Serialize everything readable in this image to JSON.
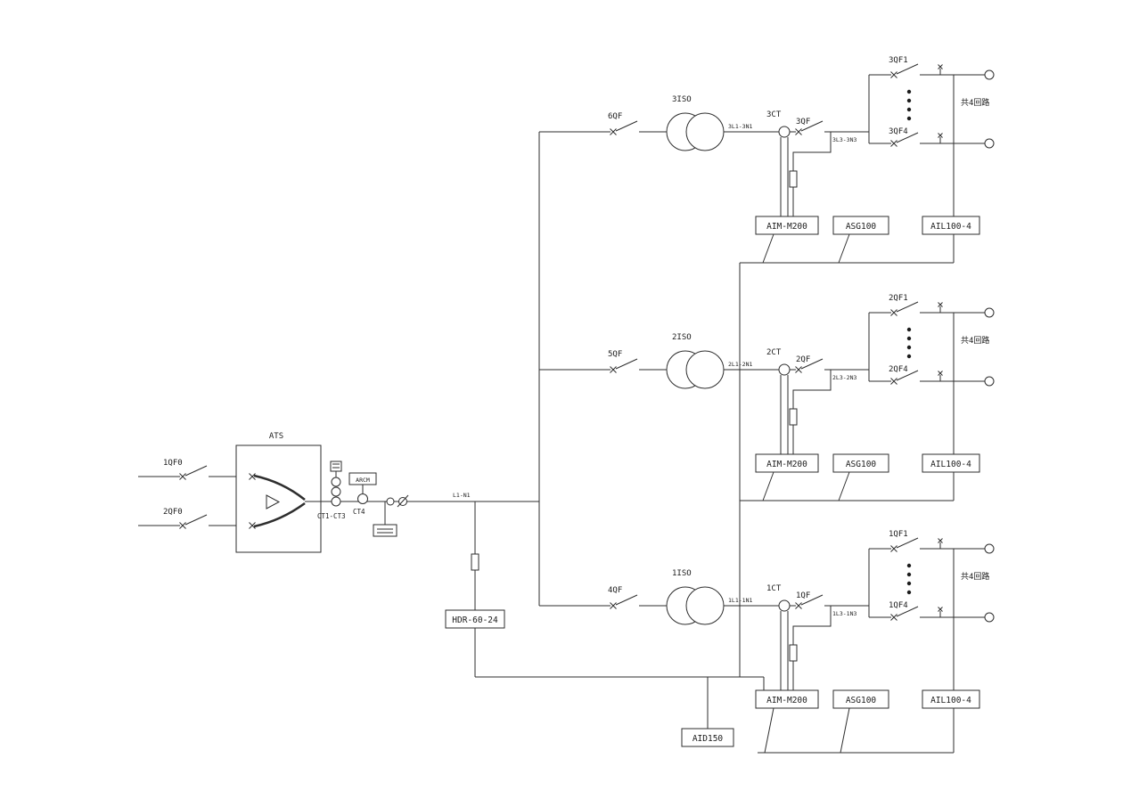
{
  "source": {
    "feeder1": "1QF0",
    "feeder2": "2QF0"
  },
  "ats": {
    "label": "ATS",
    "ct_group_label": "CT1-CT3",
    "ct4_label": "CT4",
    "arcm_label": "ARCM",
    "line_label": "L1-N1"
  },
  "psu": {
    "label": "HDR-60-24"
  },
  "aid": {
    "label": "AID150"
  },
  "branches": [
    {
      "feeder_breaker": "6QF",
      "transformer": "3ISO",
      "line_in": "3L1-3N1",
      "ct": "3CT",
      "breaker": "3QF",
      "line_out": "3L3-3N3",
      "outgoing_first": "3QF1",
      "outgoing_last": "3QF4",
      "circuits_note": "共4回路",
      "insulation_monitor": "AIM-M200",
      "signal_generator": "ASG100",
      "fault_locator": "AIL100-4"
    },
    {
      "feeder_breaker": "5QF",
      "transformer": "2ISO",
      "line_in": "2L1-2N1",
      "ct": "2CT",
      "breaker": "2QF",
      "line_out": "2L3-2N3",
      "outgoing_first": "2QF1",
      "outgoing_last": "2QF4",
      "circuits_note": "共4回路",
      "insulation_monitor": "AIM-M200",
      "signal_generator": "ASG100",
      "fault_locator": "AIL100-4"
    },
    {
      "feeder_breaker": "4QF",
      "transformer": "1ISO",
      "line_in": "1L1-1N1",
      "ct": "1CT",
      "breaker": "1QF",
      "line_out": "1L3-1N3",
      "outgoing_first": "1QF1",
      "outgoing_last": "1QF4",
      "circuits_note": "共4回路",
      "insulation_monitor": "AIM-M200",
      "signal_generator": "ASG100",
      "fault_locator": "AIL100-4"
    }
  ]
}
